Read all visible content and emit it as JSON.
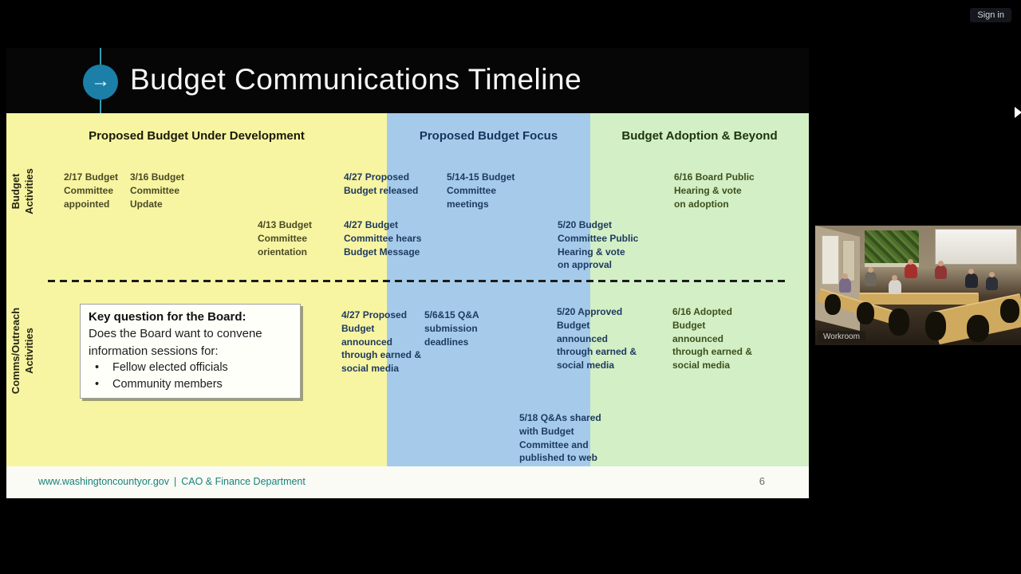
{
  "page": {
    "sign_in_label": "Sign in"
  },
  "slide": {
    "title": "Budget Communications Timeline",
    "row_labels": {
      "top": "Budget\nActivities",
      "bottom": "Comms/Outreach\nActivities"
    },
    "columns": [
      {
        "header": "Proposed Budget Under Development",
        "color": "#F8F5A2"
      },
      {
        "header": "Proposed Budget Focus",
        "color": "#A6CBEA"
      },
      {
        "header": "Budget Adoption & Beyond",
        "color": "#D3EFC6"
      }
    ],
    "budget_activities": [
      {
        "text": "2/17 Budget\nCommittee\nappointed"
      },
      {
        "text": "3/16 Budget\nCommittee\nUpdate"
      },
      {
        "text": "4/27 Proposed\nBudget released"
      },
      {
        "text": "5/14-15 Budget\nCommittee\nmeetings"
      },
      {
        "text": "6/16 Board Public\nHearing & vote\non adoption"
      },
      {
        "text": "4/13 Budget\nCommittee\norientation"
      },
      {
        "text": "4/27 Budget\nCommittee hears\nBudget Message"
      },
      {
        "text": "5/20 Budget\nCommittee Public\nHearing & vote\non approval"
      }
    ],
    "comms_activities": [
      {
        "text": "4/27 Proposed\nBudget\nannounced\nthrough earned &\nsocial media"
      },
      {
        "text": "5/6&15 Q&A\nsubmission\ndeadlines"
      },
      {
        "text": "5/20 Approved\nBudget\nannounced\nthrough earned &\nsocial media"
      },
      {
        "text": "6/16 Adopted\nBudget\nannounced\nthrough earned &\nsocial media"
      },
      {
        "text": "5/18 Q&As shared\nwith Budget\nCommittee and\npublished to web"
      }
    ],
    "key_question": {
      "title": "Key question for the Board:",
      "body": "Does the Board want to convene information sessions for:",
      "bullets": [
        "Fellow elected officials",
        "Community members"
      ]
    },
    "footer": {
      "url": "www.washingtoncountyor.gov",
      "separator": "|",
      "department": "CAO & Finance Department",
      "page_number": "6"
    },
    "accent_colors": {
      "title_circle": "#1B7FA8",
      "title_line": "#2E9FB5",
      "footer_text": "#17827A"
    }
  },
  "video": {
    "label": "Workroom"
  }
}
